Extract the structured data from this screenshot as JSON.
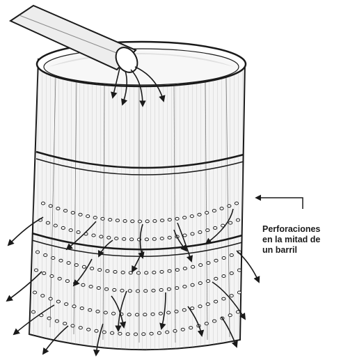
{
  "callout": {
    "lines": [
      "Perforaciones",
      "en la mitad de",
      "un barril"
    ]
  },
  "colors": {
    "ink": "#1a1a1a",
    "paper": "#ffffff",
    "metal_shade": "#d9d9d9"
  },
  "icons": [
    "pipe",
    "barrel",
    "water-flow-arrow",
    "perforation-hole",
    "pointer-arrow"
  ]
}
